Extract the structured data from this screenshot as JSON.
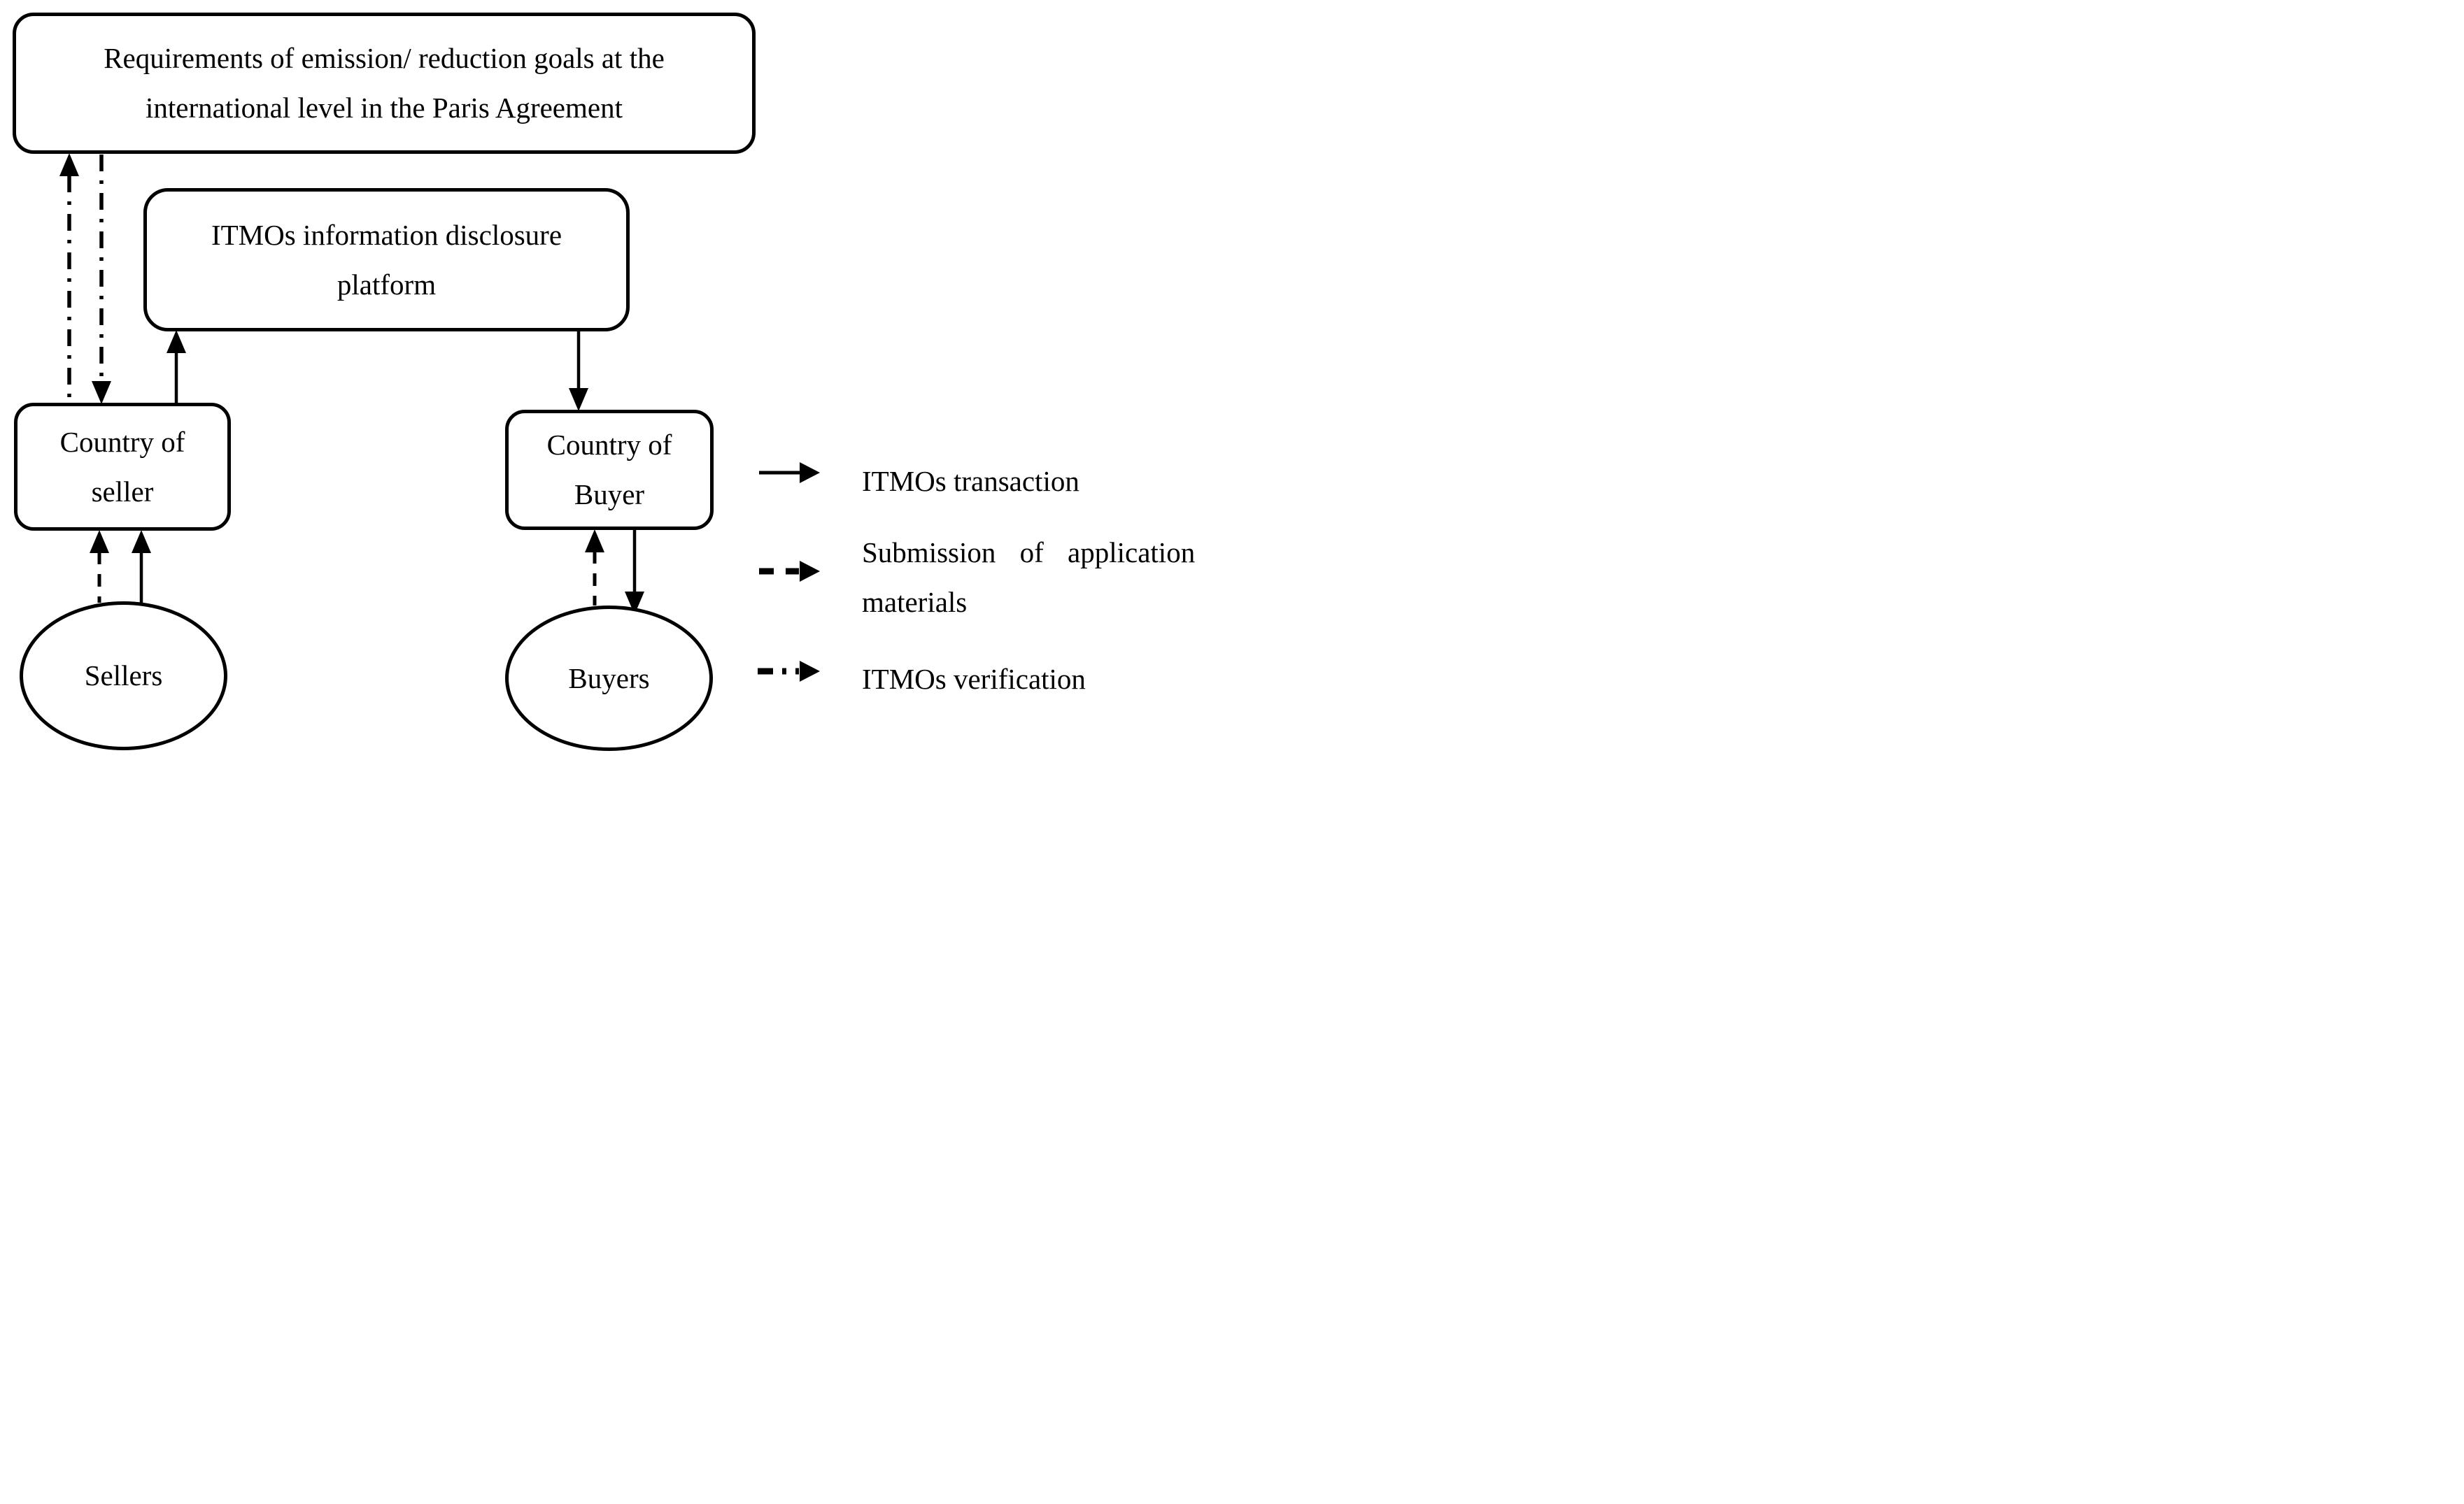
{
  "diagram": {
    "nodes": {
      "paris_agreement": {
        "line1": "Requirements of emission/ reduction goals at the",
        "line2": "international level in the Paris Agreement"
      },
      "itmo_platform": {
        "line1": "ITMOs information disclosure",
        "line2": "platform"
      },
      "country_of_seller": {
        "line1": "Country of",
        "line2": "seller"
      },
      "country_of_buyer": {
        "line1": "Country of",
        "line2": "Buyer"
      },
      "sellers": {
        "label": "Sellers"
      },
      "buyers": {
        "label": "Buyers"
      }
    },
    "legend": {
      "items": [
        {
          "style": "solid",
          "label": "ITMOs transaction"
        },
        {
          "style": "dashed",
          "label_line1": "Submission of application",
          "label_line2": "materials"
        },
        {
          "style": "dashdot",
          "label": "ITMOs verification"
        }
      ]
    },
    "colors": {
      "line": "#000000",
      "background": "#ffffff"
    }
  }
}
